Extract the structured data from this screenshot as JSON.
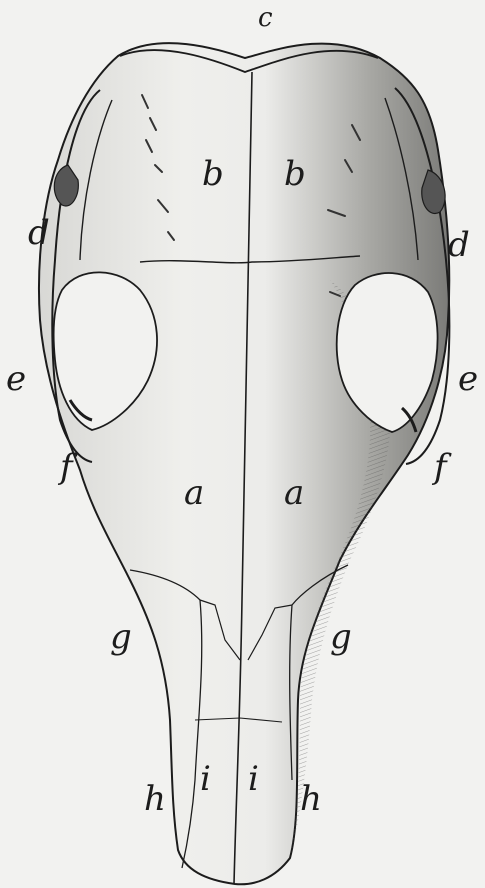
{
  "figure": {
    "labels": {
      "a_left": "a",
      "a_right": "a",
      "b_left": "b",
      "b_right": "b",
      "c": "c",
      "d_left": "d",
      "d_right": "d",
      "e_left": "e",
      "e_right": "e",
      "f_left": "f",
      "f_right": "f",
      "g_left": "g",
      "g_right": "g",
      "h_left": "h",
      "h_right": "h",
      "i_left": "i",
      "i_right": "i"
    },
    "colors": {
      "paper": "#f2f2f0",
      "ink": "#1c1c1c",
      "bone_light": "#e6e6e3",
      "bone_shade": "#b9b9b5",
      "bone_dark": "#6d6d6a"
    }
  }
}
